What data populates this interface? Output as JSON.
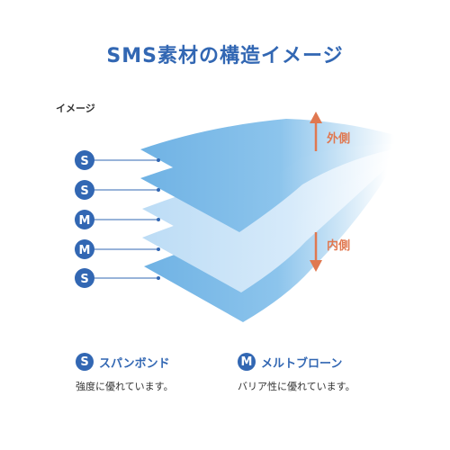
{
  "title": "SMS素材の構造イメージ",
  "image_label": "イメージ",
  "layers": [
    {
      "badge": "S",
      "kind": "spunbond"
    },
    {
      "badge": "S",
      "kind": "spunbond"
    },
    {
      "badge": "M",
      "kind": "meltblown"
    },
    {
      "badge": "M",
      "kind": "meltblown"
    },
    {
      "badge": "S",
      "kind": "spunbond"
    }
  ],
  "directions": {
    "outer": "外側",
    "inner": "内側"
  },
  "legend": {
    "spunbond": {
      "badge": "S",
      "name": "スパンボンド",
      "desc": "強度に優れています。"
    },
    "meltblown": {
      "badge": "M",
      "name": "メルトブローン",
      "desc": "バリア性に優れています。"
    }
  },
  "colors": {
    "brand": "#3267b3",
    "spunbond_layer": "#6fb2e4",
    "meltblown_layer": "#b7daf5",
    "arrow": "#e07850"
  }
}
